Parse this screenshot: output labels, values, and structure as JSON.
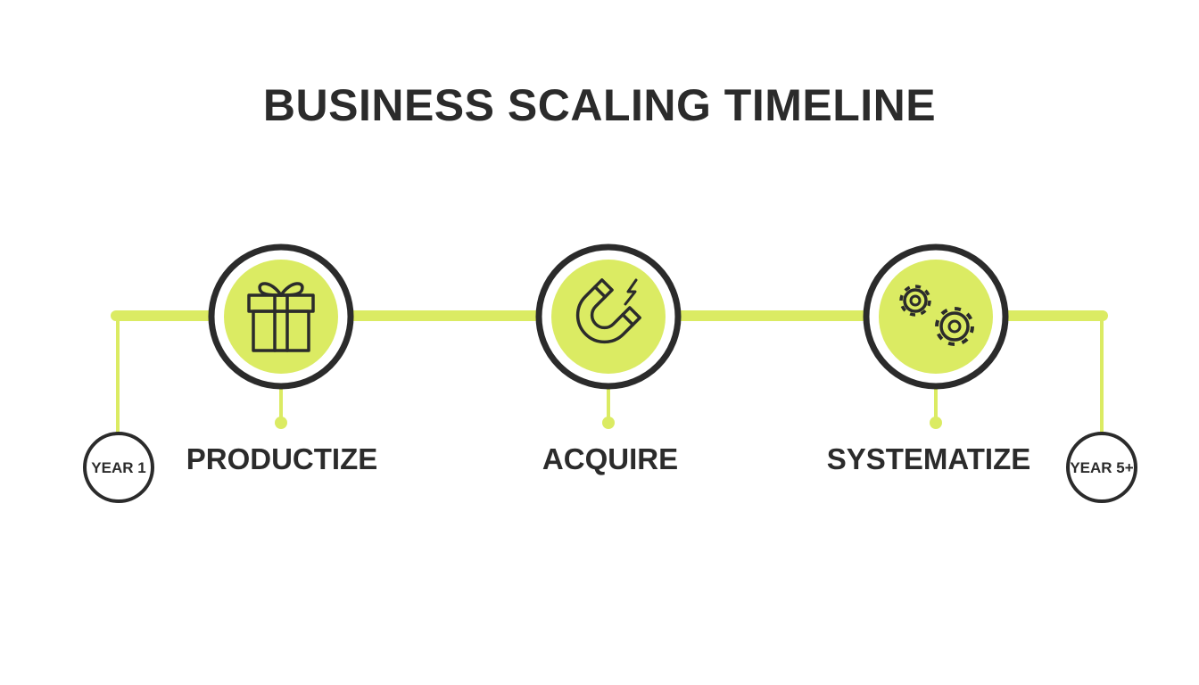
{
  "title": "BUSINESS SCALING TIMELINE",
  "colors": {
    "accent": "#dbeb63",
    "dark": "#2b2b2b",
    "background": "#ffffff"
  },
  "start": {
    "label": "YEAR 1"
  },
  "end": {
    "label": "YEAR 5+"
  },
  "stages": [
    {
      "label": "PRODUCTIZE",
      "icon": "gift-icon"
    },
    {
      "label": "ACQUIRE",
      "icon": "magnet-icon"
    },
    {
      "label": "SYSTEMATIZE",
      "icon": "gears-icon"
    }
  ]
}
